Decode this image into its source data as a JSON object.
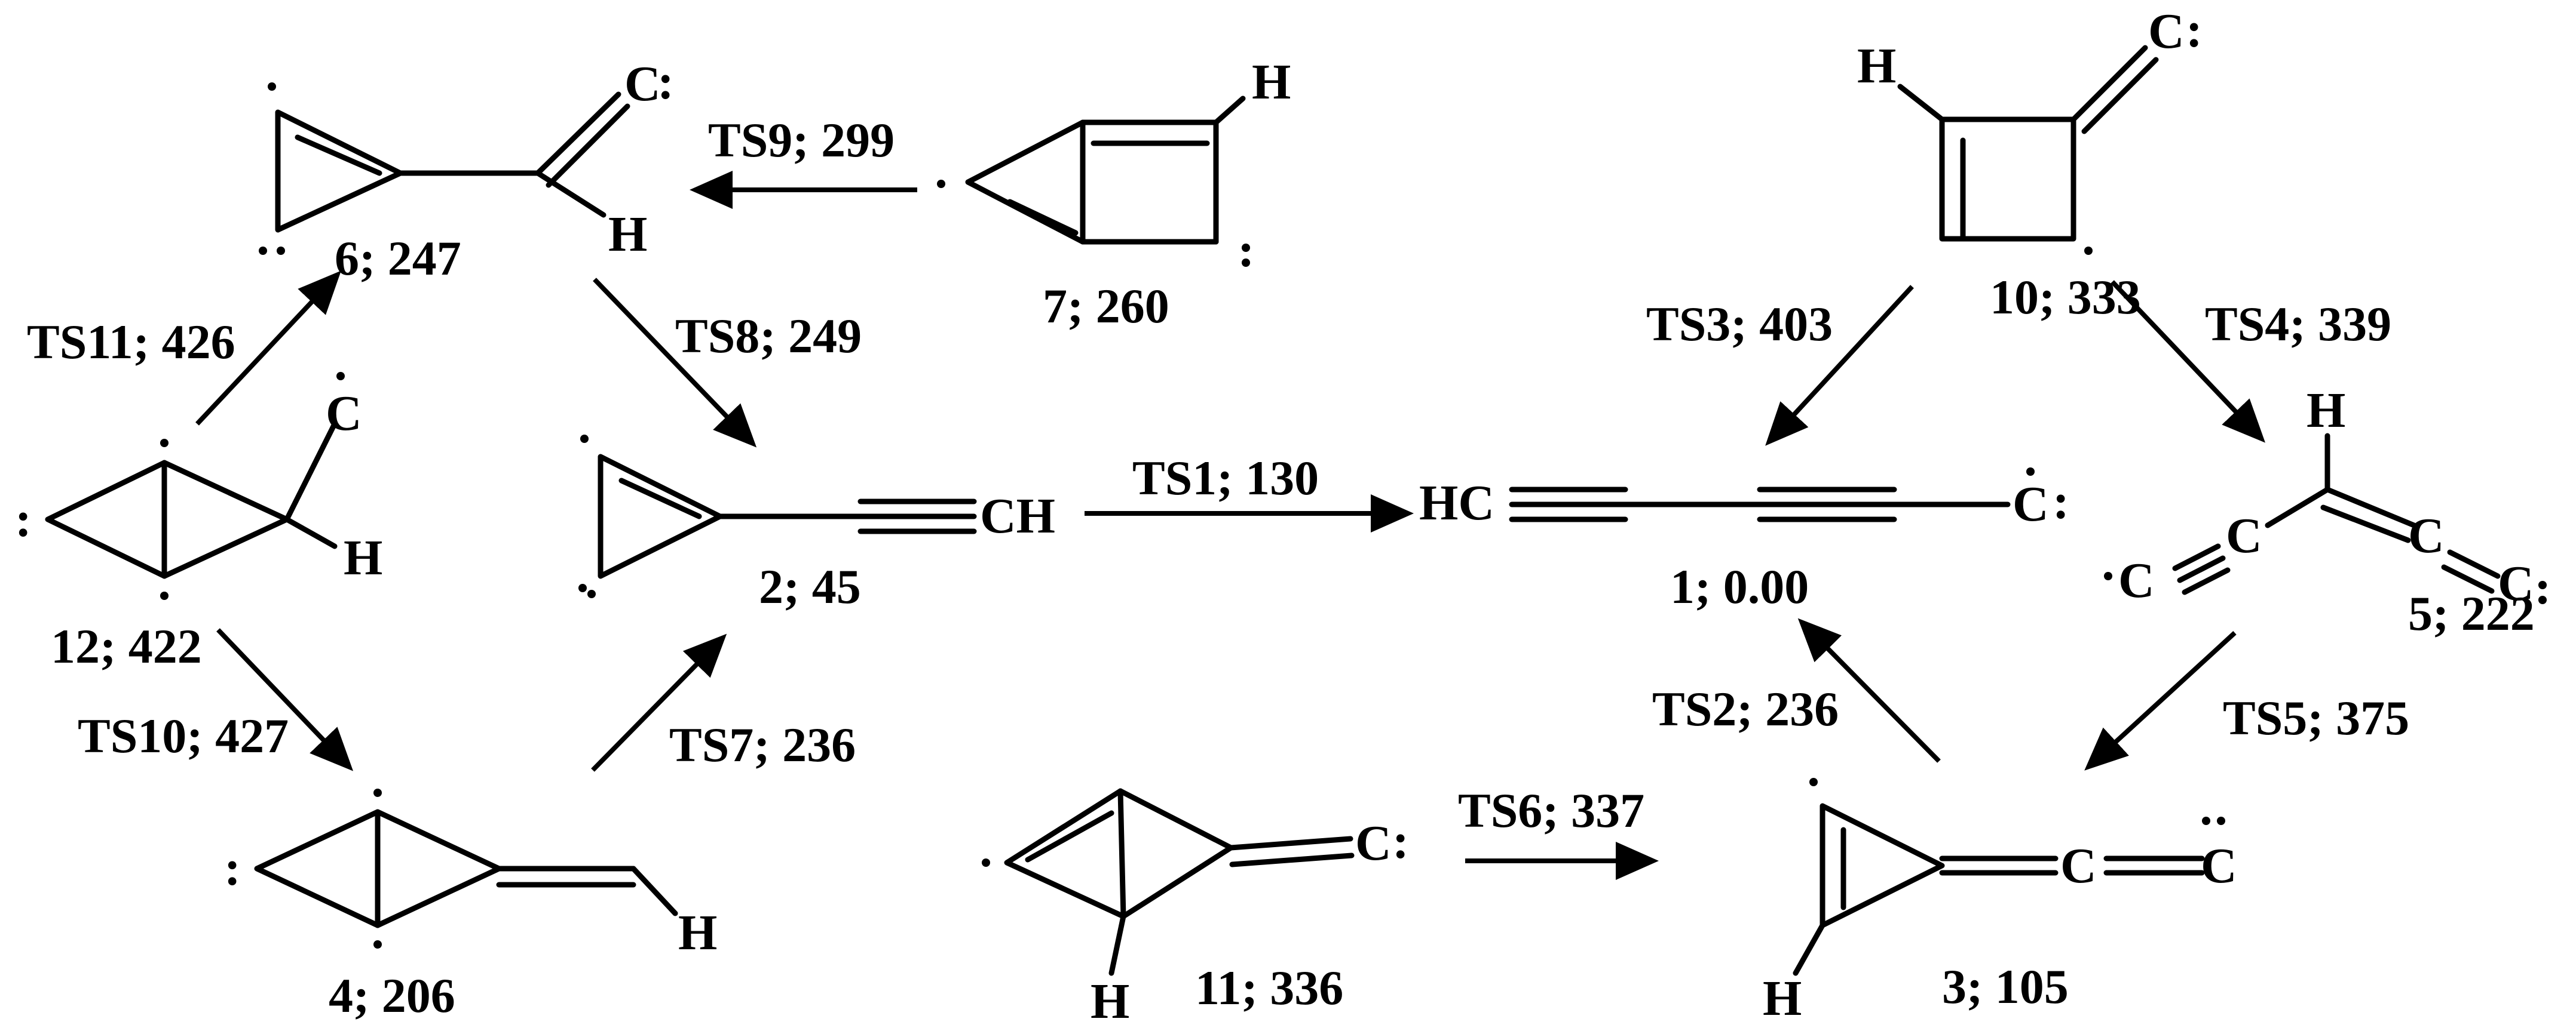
{
  "species": [
    {
      "id": "6",
      "label": "6; 247"
    },
    {
      "id": "7",
      "label": "7; 260"
    },
    {
      "id": "12",
      "label": "12; 422"
    },
    {
      "id": "2",
      "label": "2; 45"
    },
    {
      "id": "4",
      "label": "4; 206"
    },
    {
      "id": "11",
      "label": "11; 336"
    },
    {
      "id": "1",
      "label": "1; 0.00"
    },
    {
      "id": "10",
      "label": "10; 333"
    },
    {
      "id": "5",
      "label": "5; 222"
    },
    {
      "id": "3",
      "label": "3; 105"
    }
  ],
  "transition_states": [
    {
      "id": "TS9",
      "label": "TS9; 299",
      "from": "7",
      "to": "6"
    },
    {
      "id": "TS11",
      "label": "TS11; 426",
      "from": "12",
      "to": "6"
    },
    {
      "id": "TS8",
      "label": "TS8; 249",
      "from": "6",
      "to": "2"
    },
    {
      "id": "TS10",
      "label": "TS10; 427",
      "from": "12",
      "to": "4"
    },
    {
      "id": "TS7",
      "label": "TS7; 236",
      "from": "4",
      "to": "2"
    },
    {
      "id": "TS1",
      "label": "TS1; 130",
      "from": "2",
      "to": "1"
    },
    {
      "id": "TS3",
      "label": "TS3; 403",
      "from": "10",
      "to": "1"
    },
    {
      "id": "TS4",
      "label": "TS4; 339",
      "from": "10",
      "to": "5"
    },
    {
      "id": "TS5",
      "label": "TS5; 375",
      "from": "5",
      "to": "3"
    },
    {
      "id": "TS2",
      "label": "TS2; 236",
      "from": "3",
      "to": "1"
    },
    {
      "id": "TS6",
      "label": "TS6; 337",
      "from": "11",
      "to": "3"
    }
  ],
  "atoms": {
    "C": "C",
    "H": "H",
    "CH": "CH",
    "HC": "HC",
    "colon": ":"
  }
}
